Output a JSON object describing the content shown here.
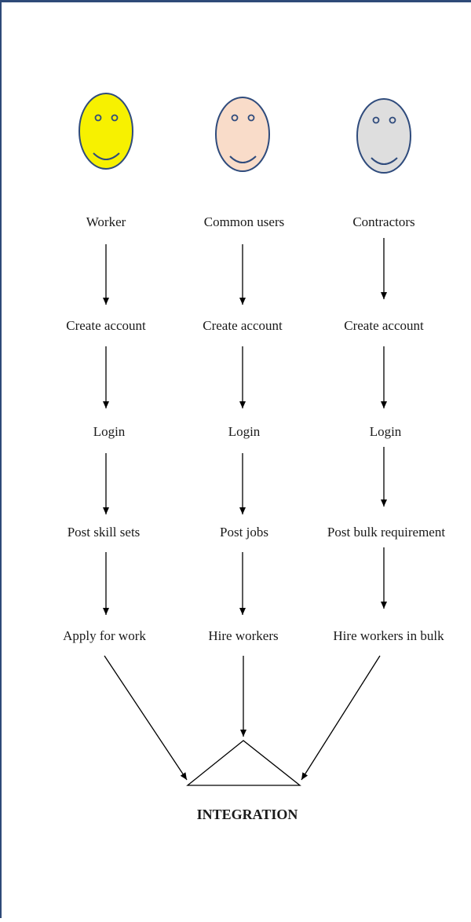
{
  "diagram": {
    "columns": [
      {
        "actor": "Worker",
        "face_color": "#f7f100",
        "steps": [
          "Create account",
          "Login",
          "Post skill sets",
          "Apply for work"
        ]
      },
      {
        "actor": "Common users",
        "face_color": "#f9dcc9",
        "steps": [
          "Create account",
          "Login",
          "Post jobs",
          "Hire workers"
        ]
      },
      {
        "actor": "Contractors",
        "face_color": "#dedede",
        "steps": [
          "Create account",
          "Login",
          "Post bulk requirement",
          "Hire workers in bulk"
        ]
      }
    ],
    "final_node": "INTEGRATION",
    "colors": {
      "frame": "#2e4a78",
      "face_outline": "#2f4b7c",
      "arrows": "#000000"
    }
  }
}
